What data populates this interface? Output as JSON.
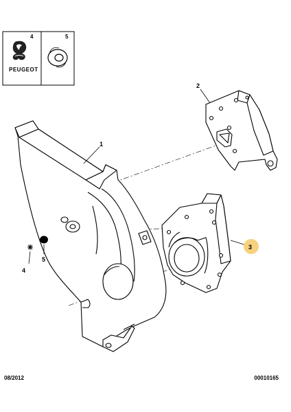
{
  "inset": {
    "brand_label": "PEUGEOT",
    "inset_number_left": "4",
    "inset_number_right": "5"
  },
  "callouts": {
    "part_1": "1",
    "part_2": "2",
    "part_3": "3",
    "part_4": "4",
    "part_5": "5"
  },
  "footer": {
    "date_code": "08/2012",
    "ref_code": "00010165"
  },
  "colors": {
    "line": "#000000",
    "highlight": "#f7d27e"
  }
}
